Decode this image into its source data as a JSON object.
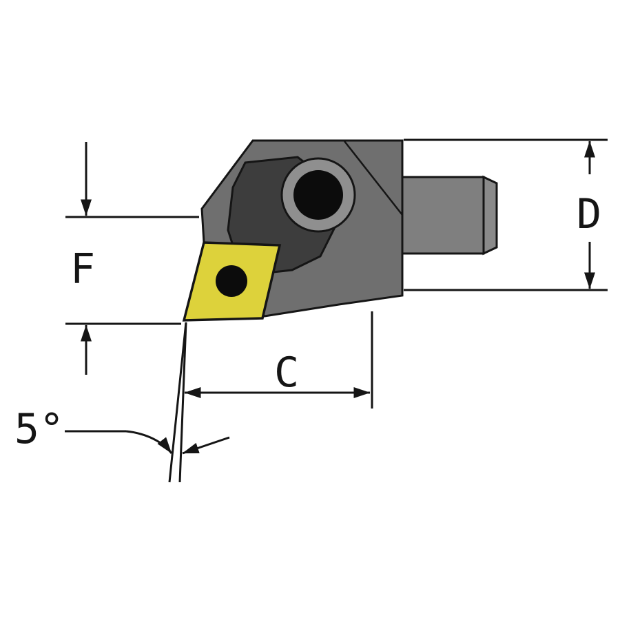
{
  "diagram": {
    "dimension_labels": {
      "f": "F",
      "d": "D",
      "c": "C",
      "angle": "5°"
    },
    "colors": {
      "background": "#ffffff",
      "body": "#6f6f6f",
      "shank": "#7f7f7f",
      "shank_end": "#8a8a8a",
      "clamp": "#3d3d3d",
      "washer": "#8f8f8f",
      "screw_head": "#0c0c0c",
      "insert": "#ddd23b",
      "insert_hole": "#0c0c0c",
      "line": "#151515"
    }
  }
}
